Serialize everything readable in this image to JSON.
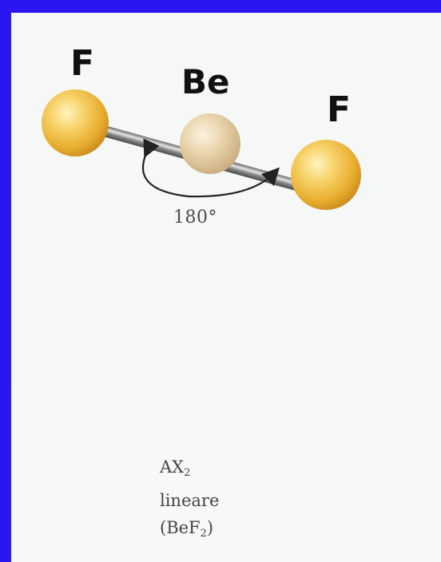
{
  "atoms": {
    "left": "F",
    "center": "Be",
    "right": "F"
  },
  "angle": "180°",
  "caption": {
    "formula_base": "AX",
    "formula_sub": "2",
    "geometry": "lineare",
    "compound_open": "(BeF",
    "compound_sub": "2",
    "compound_close": ")"
  },
  "colors": {
    "background_frame": "#2a16f0",
    "panel": "#f6f9f8",
    "fluorine": "#f2c24a",
    "beryllium": "#e6cfa6",
    "bond": "#9a9a9a"
  }
}
